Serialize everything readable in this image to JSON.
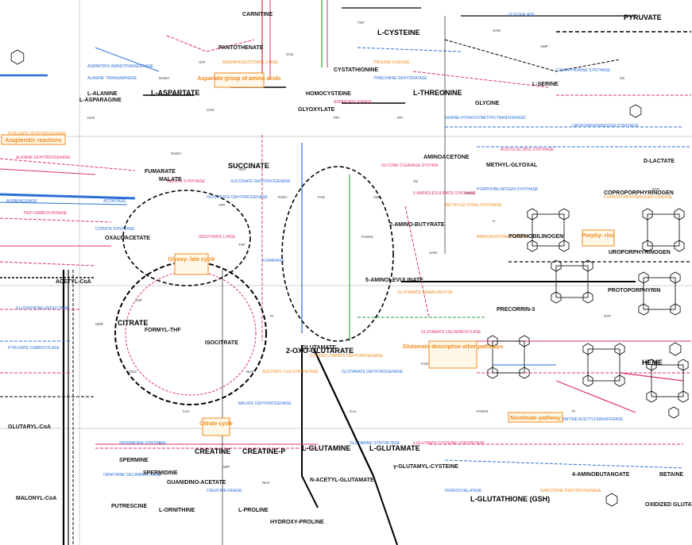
{
  "metabolites": {
    "pyruvate": "PYRUVATE",
    "acetyl_coa": "ACETYL-CoA",
    "oxaloacetate": "OXALOACETATE",
    "citrate": "CITRATE",
    "isocitrate": "ISOCITRATE",
    "succinate": "SUCCINATE",
    "fumarate": "FUMARATE",
    "malate": "MALATE",
    "glyoxylate": "GLYOXYLATE",
    "oxoglutarate": "2-OXO-GLUTARATE",
    "glutamate": "L-GLUTAMATE",
    "glutamate_center": "GLUTAMATE",
    "glutamine": "L-GLUTAMINE",
    "aspartate": "L-ASPARTATE",
    "asparagine": "L-ASPARAGINE",
    "alanine": "L-ALANINE",
    "cysteine": "L-CYSTEINE",
    "threonine": "L-THREONINE",
    "glycine": "GLYCINE",
    "serine": "L-SERINE",
    "carnitine": "CARNITINE",
    "creatine": "CREATINE",
    "creatine_p": "CREATINE-P",
    "spermine": "SPERMINE",
    "spermidine": "SPERMIDINE",
    "putrescine": "PUTRESCINE",
    "malonyl_coa": "MALONYL-CoA",
    "acetyl_glutamate": "N-ACETYL-GLUTAMATE",
    "porphobilinogen": "PORPHOBILINOGEN",
    "uroporphyrinogen": "UROPORPHYRINOGEN",
    "coproporphyrinogen": "COPROPORPHYRINOGEN",
    "protoporphyrin": "PROTOPORPHYRIN",
    "precorrin": "PRECORRIN-3",
    "d_lactate": "D-LACTATE",
    "methylglyoxal": "METHYL-GLYOXAL",
    "aminoacetone": "AMINOACETONE",
    "glutathione": "L-GLUTATHIONE (GSH)",
    "gssg": "OXIDIZED GLUTATHIONE (GSSG)",
    "ornithine": "L-ORNITHINE",
    "proline": "L-PROLINE",
    "hydroxyproline": "HYDROXY-PROLINE",
    "gaba": "4-AMINOBUTANOATE",
    "glutamyl_cysteine": "γ-GLUTAMYL-CYSTEINE",
    "aminolevulinate": "5-AMINOLEVULINATE",
    "cystathionine": "CYSTATHIONINE",
    "homocysteine": "HOMOCYSTEINE",
    "betaine": "BETAINE",
    "glutaryl": "GLUTARYL-CoA",
    "formyl_thf": "FORMYL-THF",
    "guanidinoacetate": "GUANIDINO-ACETATE",
    "aminobutyrate": "2-AMINO-BUTYRATE",
    "heme": "HEME",
    "pantothenate": "PANTOTHENATE"
  },
  "pathway_boxes": {
    "aspartate_group": "Aspartate group of amino acids",
    "aspartate_reactions": "Anaplerotic reactions",
    "glyoxylate_cycle": "Glyoxy- late cycle",
    "citrate_cycle": "Citrate cycle",
    "glutamate_pathway": "Glutamate descriptive other pathways",
    "porphyrins": "Porphy- rins",
    "nicotinate": "Nicotinate pathway"
  },
  "enzymes_blue": [
    "ASPARTATE AMINOTRANSFERASE",
    "ALANINE TRANSAMINASE",
    "CITRATE SYNTHASE",
    "ACONITASE",
    "ISOCITRATE DEHYDROGENASE",
    "SUCCINATE DEHYDROGENASE",
    "FUMARASE",
    "MALATE DEHYDROGENASE",
    "GLUTAMATE DEHYDROGENASE",
    "GLUTAMINE SYNTHETASE",
    "ASPARAGINASE",
    "THREONINE DEHYDRATASE",
    "SERINE HYDROXYMETHYLTRANSFERASE",
    "CYSTATHIONINE SYNTHASE",
    "PORPHOBILINOGEN SYNTHASE",
    "UROPORPHYRINOGEN SYNTHASE",
    "FERROCHELATASE",
    "GLUTATHIONE REDUCTASE",
    "ORNITHINE DECARBOXYLASE",
    "CREATINE KINASE",
    "PYRUVATE CARBOXYLASE",
    "GLYOXALASE",
    "SPERMIDINE SYNTHASE",
    "CARNITINE ACETYLTRANSFERASE"
  ],
  "enzymes_red": [
    "ISOCITRATE LYASE",
    "MALATE SYNTHASE",
    "PEP CARBOXYKINASE",
    "5-AMINOLEVULINATE SYNTHASE",
    "GLUTAMATE DECARBOXYLASE",
    "GLYCINE CLEAVAGE SYSTEM",
    "γ-GLUTAMYLCYSTEINE SYNTHETASE",
    "ACETOLACTATE SYNTHASE",
    "ALANINE DEHYDROGENASE",
    "ASPARTATE KINASE"
  ],
  "enzymes_orange": [
    "PYRUVATE DEHYDROGENASE",
    "2-OXOGLUTARATE DEHYDROGENASE",
    "SUCCINYL-CoA SYNTHETASE",
    "ARGININOSUCCINATE LYASE",
    "PROLINE OXIDASE",
    "METHYLGLYOXAL SYNTHASE",
    "COPROPORPHYRINOGEN OXIDASE",
    "GLUTAMATE SEMIALDEHYDE",
    "AMINOACETONE OXIDASE",
    "SARCOSINE DEHYDROGENASE"
  ],
  "small_labels": [
    "CO2",
    "H2O",
    "NAD+",
    "NADH",
    "ATP",
    "ADP",
    "NH3",
    "CoA",
    "FAD",
    "FADH2",
    "Pi",
    "GTP",
    "GDP",
    "O2",
    "H2O2",
    "e-",
    "PPi",
    "AMP",
    "SAM",
    "THF"
  ]
}
